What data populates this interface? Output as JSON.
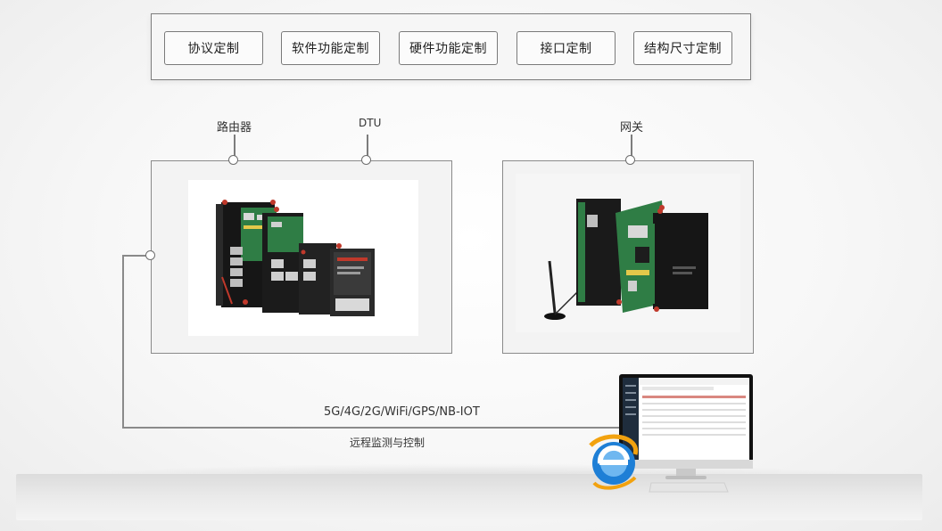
{
  "customization": {
    "items": [
      {
        "label": "协议定制"
      },
      {
        "label": "软件功能定制"
      },
      {
        "label": "硬件功能定制"
      },
      {
        "label": "接口定制"
      },
      {
        "label": "结构尺寸定制"
      }
    ]
  },
  "devices": {
    "router_label": "路由器",
    "dtu_label": "DTU",
    "gateway_label": "网关"
  },
  "network": {
    "protocols_label": "5G/4G/2G/WiFi/GPS/NB-IOT",
    "remote_label": "远程监测与控制"
  },
  "colors": {
    "device_body": "#1c1c1c",
    "pcb_green": "#2f7d45",
    "antenna_red": "#c0392b",
    "ie_blue": "#1e7fd6",
    "ie_orange": "#f2a20f"
  }
}
